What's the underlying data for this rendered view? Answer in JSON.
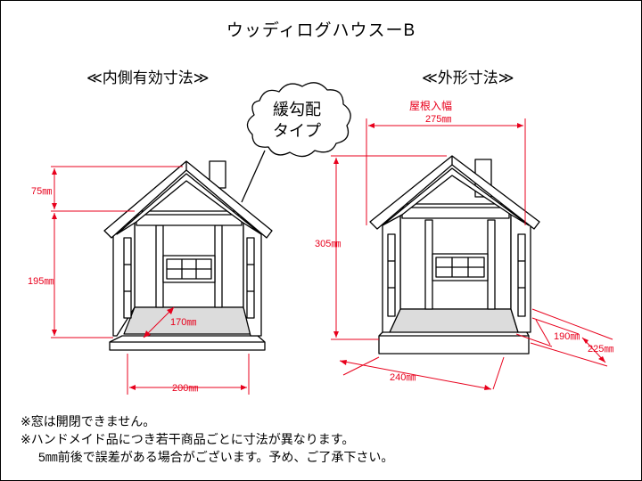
{
  "title": "ウッディログハウスーB",
  "left_subtitle": "≪内側有効寸法≫",
  "right_subtitle": "≪外形寸法≫",
  "callout": {
    "line1": "緩勾配",
    "line2": "タイプ"
  },
  "left_dims": {
    "roof_height": "75㎜",
    "wall_height": "195㎜",
    "depth": "170㎜",
    "width": "200㎜"
  },
  "right_dims": {
    "roof_label": "屋根入幅",
    "roof_width": "275㎜",
    "height": "305㎜",
    "depth": "190㎜",
    "depth_outer": "225㎜",
    "width": "240㎜"
  },
  "notes": {
    "line1": "※窓は開閉できません。",
    "line2": "※ハンドメイド品につき若干商品ごとに寸法が異なります。",
    "line3": "5㎜前後で誤差がある場合がございます。予め、ご了承下さい。"
  }
}
